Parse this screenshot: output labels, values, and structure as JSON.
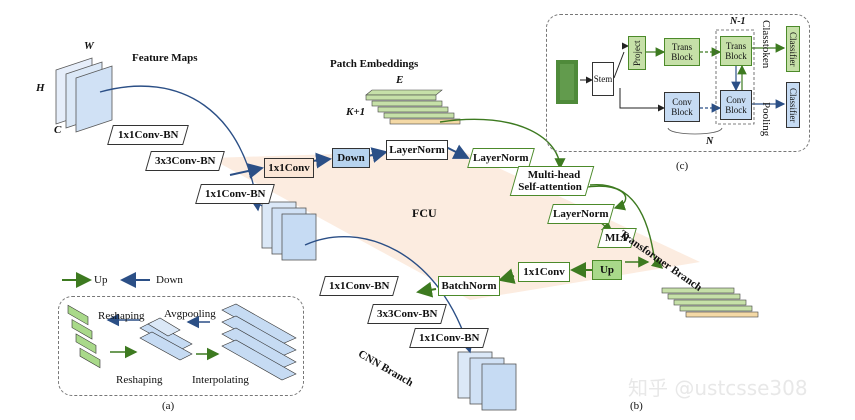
{
  "labels": {
    "feature_maps": "Feature Maps",
    "w": "W",
    "h": "H",
    "c": "C",
    "patch_embeddings": "Patch Embeddings",
    "e": "E",
    "k1": "K+1",
    "fcu": "FCU",
    "transformer_branch": "Transformer Branch",
    "cnn_branch": "CNN Branch",
    "up": "Up",
    "down": "Down",
    "caption_a": "(a)",
    "caption_b": "(b)",
    "caption_c": "(c)"
  },
  "cnn_blocks": {
    "conv1_top": "1x1Conv-BN",
    "conv3_top": "3x3Conv-BN",
    "conv1_mid": "1x1Conv-BN",
    "conv1_bot_a": "1x1Conv-BN",
    "conv3_bot": "3x3Conv-BN",
    "conv1_bot_b": "1x1Conv-BN"
  },
  "fcu_blocks": {
    "conv1_down": "1x1Conv",
    "down": "Down",
    "layernorm_down": "LayerNorm",
    "batchnorm_up": "BatchNorm",
    "conv1_up": "1x1Conv",
    "up": "Up"
  },
  "transformer_blocks": {
    "layernorm1": "LayerNorm",
    "mhsa_line1": "Multi-head",
    "mhsa_line2": "Self-attention",
    "layernorm2": "LayerNorm",
    "mlp": "MLP"
  },
  "panel_a": {
    "reshaping_top": "Reshaping",
    "avgpooling": "Avgpooling",
    "reshaping_bottom": "Reshaping",
    "interpolating": "Interpolating"
  },
  "panel_c": {
    "stem": "Stem",
    "project": "Project",
    "trans_block": "Trans Block",
    "trans_block2": "Trans Block",
    "conv_block": "Conv Block",
    "conv_block2": "Conv Block",
    "n_minus_1": "N-1",
    "n": "N",
    "classtoken": "Classtoken",
    "pooling": "Pooling",
    "classifier_top": "Classifier",
    "classifier_bottom": "Classifier"
  },
  "watermark": "知乎 @ustcsse308",
  "colors": {
    "up_green": "#4c8a2a",
    "down_blue": "#3f6ea8",
    "fcu_fill": "#fbe6d6",
    "down_block_fill": "#b7d3ee",
    "up_block_fill": "#a9d98a",
    "feature_map_fill": "#dbe8f7",
    "embed_green": "#c6e0a8",
    "embed_orange": "#f4d9a6"
  }
}
